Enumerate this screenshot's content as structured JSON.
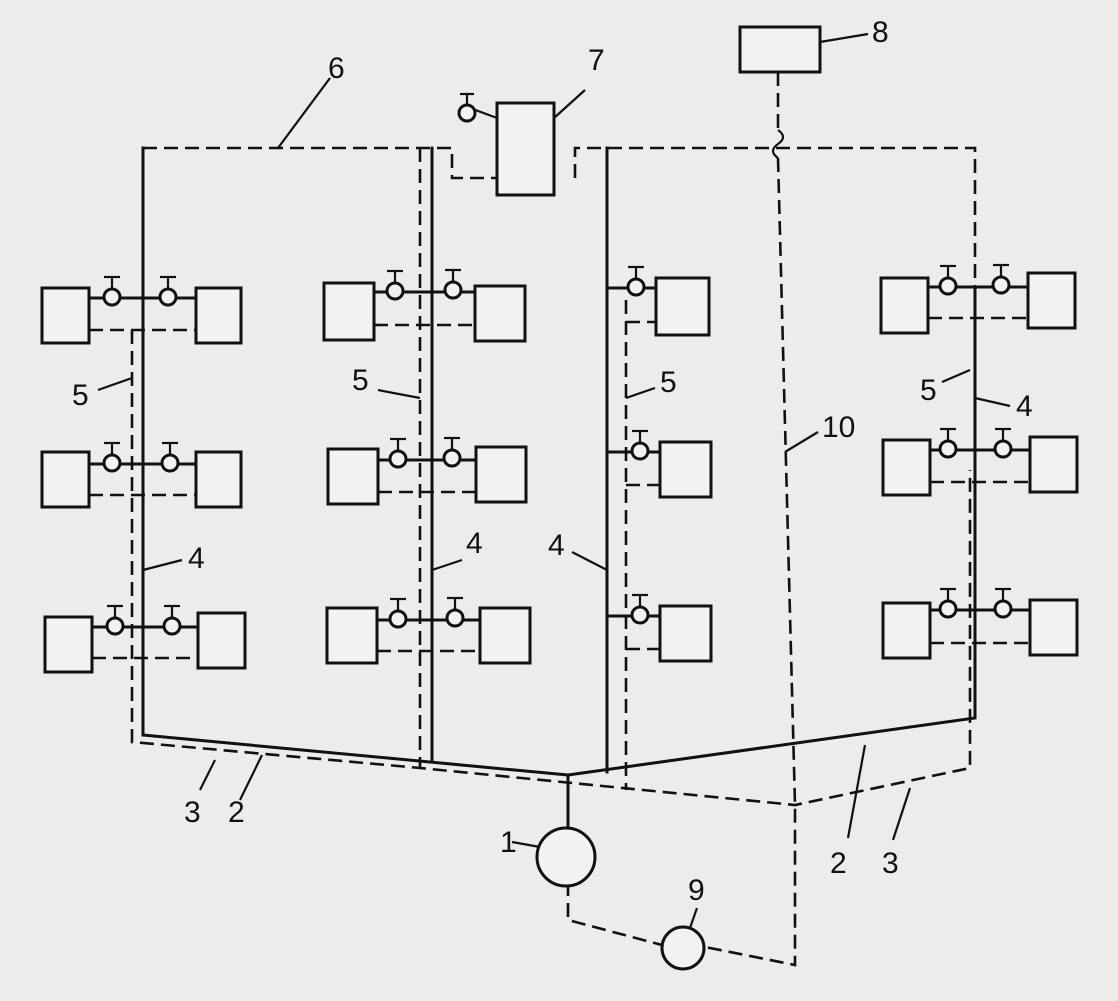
{
  "diagram": {
    "labels": {
      "l1": "1",
      "l2a": "2",
      "l2b": "2",
      "l3a": "3",
      "l3b": "3",
      "l4a": "4",
      "l4b": "4",
      "l4c": "4",
      "l4d": "4",
      "l5a": "5",
      "l5b": "5",
      "l5c": "5",
      "l5d": "5",
      "l6": "6",
      "l7": "7",
      "l8": "8",
      "l9": "9",
      "l10": "10"
    }
  }
}
